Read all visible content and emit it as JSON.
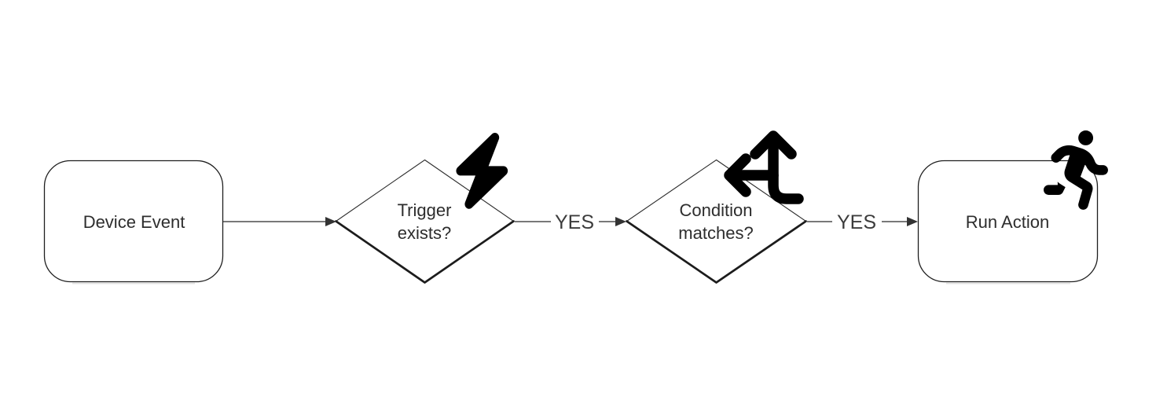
{
  "canvas": {
    "background": "#ffffff"
  },
  "palette": {
    "shape_border": "#1f1f1f",
    "shape_fill": "#ffffff",
    "connector": "#4d4d4d",
    "arrowhead": "#333333",
    "icon": "#000000",
    "text": "#2d2d2d",
    "shadow": "#e2e2e2"
  },
  "nodes": [
    {
      "id": "device-event",
      "type": "process",
      "shape": "rounded-rectangle",
      "label": "Device Event"
    },
    {
      "id": "trigger-exists",
      "type": "decision",
      "shape": "diamond",
      "label": "Trigger exists?",
      "icon": "bolt-icon"
    },
    {
      "id": "condition-matches",
      "type": "decision",
      "shape": "diamond",
      "label": "Condition matches?",
      "icon": "arrows-split-up-and-left-icon"
    },
    {
      "id": "run-action",
      "type": "process",
      "shape": "rounded-rectangle",
      "label": "Run Action",
      "icon": "person-running-icon"
    }
  ],
  "edges": [
    {
      "from": "device-event",
      "to": "trigger-exists"
    },
    {
      "from": "trigger-exists",
      "to": "condition-matches",
      "label": "YES"
    },
    {
      "from": "condition-matches",
      "to": "run-action",
      "label": "YES"
    }
  ]
}
